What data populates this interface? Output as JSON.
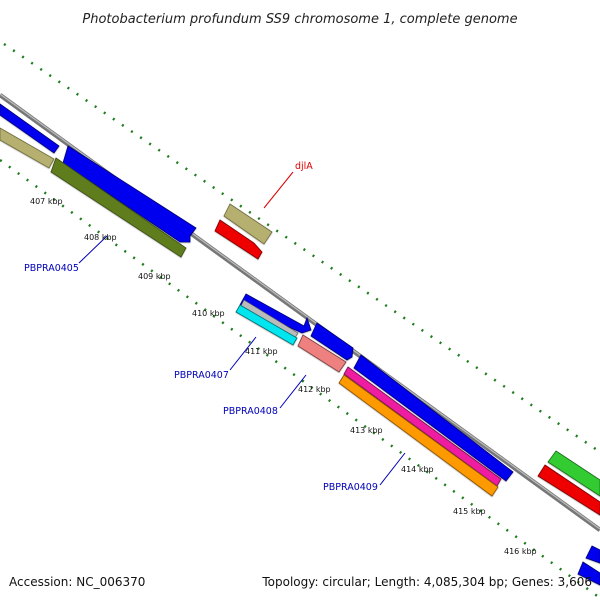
{
  "title": "Photobacterium profundum SS9 chromosome 1, complete genome",
  "footer": {
    "accession": "Accession: NC_006370",
    "summary": "Topology: circular; Length: 4,085,304 bp; Genes: 3,606"
  },
  "scale_labels": [
    "407 kbp",
    "408 kbp",
    "409 kbp",
    "410 kbp",
    "411 kbp",
    "412 kbp",
    "413 kbp",
    "414 kbp",
    "415 kbp",
    "416 kbp"
  ],
  "gene_labels": [
    {
      "id": "djlA",
      "text": "djlA",
      "color": "#dd0000"
    },
    {
      "id": "PBPRA0405",
      "text": "PBPRA0405",
      "color": "#0000bb"
    },
    {
      "id": "PBPRA0407",
      "text": "PBPRA0407",
      "color": "#0000bb"
    },
    {
      "id": "PBPRA0408",
      "text": "PBPRA0408",
      "color": "#0000bb"
    },
    {
      "id": "PBPRA0409",
      "text": "PBPRA0409",
      "color": "#0000bb"
    }
  ],
  "colors": {
    "backbone": "#8c8c8c",
    "tick": "#1e7d1e",
    "cds": "#0000ee",
    "khaki": "#b5b070",
    "olive": "#5e7d1e",
    "red": "#ee0000",
    "cyan": "#00e5ee",
    "salmon": "#ee8080",
    "magenta": "#ee1aa0",
    "orange": "#ff9900",
    "green": "#33cc33",
    "grey": "#bbbbbb"
  }
}
